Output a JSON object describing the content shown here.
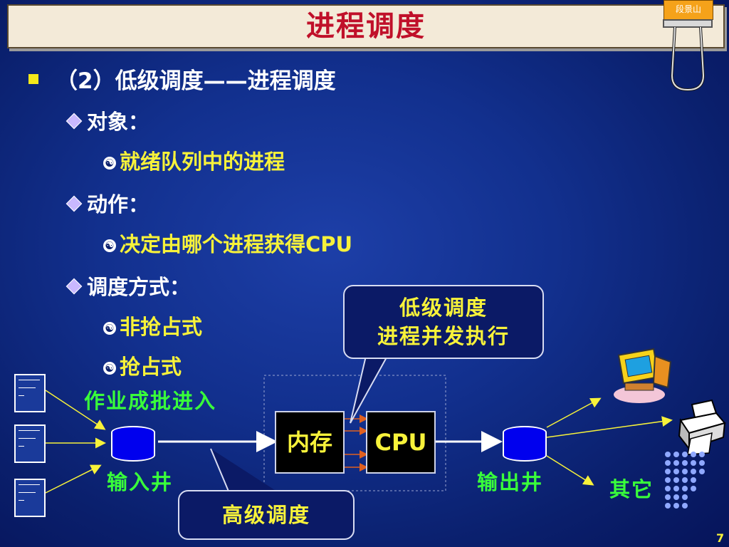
{
  "slide": {
    "title": "进程调度",
    "author_tag": "段景山",
    "page_number": "7"
  },
  "bullets": {
    "main": "（2）低级调度——进程调度",
    "sub1": "对象：",
    "sub1_item": "就绪队列中的进程",
    "sub2": "动作：",
    "sub2_item": "决定由哪个进程获得CPU",
    "sub3": "调度方式：",
    "sub3_items": [
      "非抢占式",
      "抢占式"
    ]
  },
  "diagram": {
    "low_sched_line1": "低级调度",
    "low_sched_line2": "进程并发执行",
    "jobs_enter": "作业成批进入",
    "input_well": "输入井",
    "memory": "内存",
    "cpu": "CPU",
    "output_well": "输出井",
    "other": "其它",
    "high_sched": "高级调度"
  },
  "colors": {
    "background": "#12308e",
    "title_red": "#c0102a",
    "text_yellow": "#f7f23a",
    "text_green": "#39ff3a"
  }
}
